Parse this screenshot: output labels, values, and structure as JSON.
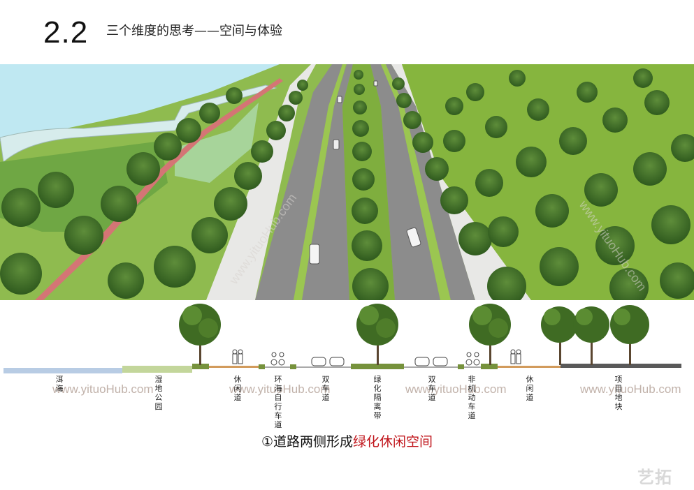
{
  "header": {
    "number": "2.2",
    "title": "三个维度的思考——空间与体验"
  },
  "section_labels": [
    {
      "id": "erhai",
      "text": "洱海"
    },
    {
      "id": "wetland",
      "text": "湿地公园"
    },
    {
      "id": "leisure-left",
      "text": "休闲道"
    },
    {
      "id": "bike",
      "text": "环海自行车道"
    },
    {
      "id": "lanes-left",
      "text": "双车道"
    },
    {
      "id": "median",
      "text": "绿化隔离带"
    },
    {
      "id": "lanes-right",
      "text": "双车道"
    },
    {
      "id": "nonmotor",
      "text": "非机动车道"
    },
    {
      "id": "leisure-right",
      "text": "休闲道"
    },
    {
      "id": "plot",
      "text": "项目地块"
    }
  ],
  "watermark": {
    "text": "www.yituoHub.com"
  },
  "caption": {
    "prefix": "①道路两侧形成",
    "highlight": "绿化休闲空间"
  },
  "logo": {
    "text": "艺拓"
  },
  "colors": {
    "accent": "#c0151b",
    "water": "#b8cce4",
    "wetland": "#c3d69b",
    "green": "#76923c",
    "path": "#d29b5c",
    "plot": "#595959"
  }
}
